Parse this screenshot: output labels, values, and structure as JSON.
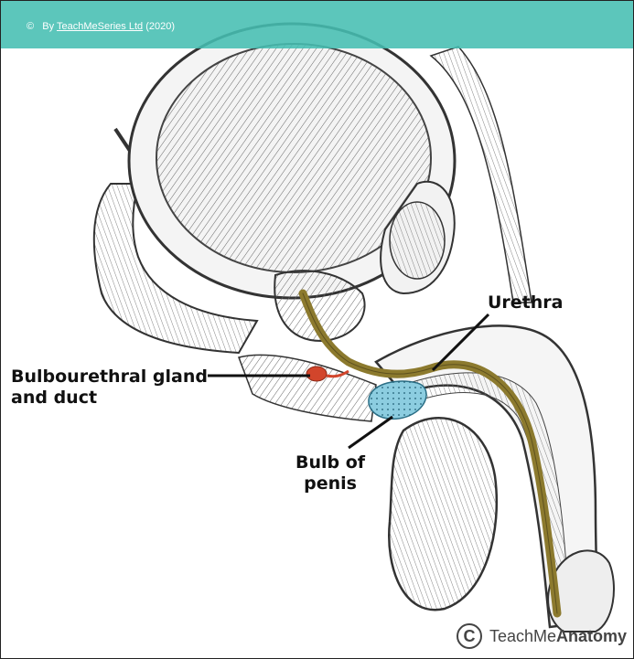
{
  "banner": {
    "copyright_symbol": "©",
    "by_text": "By",
    "link_text": "TeachMeSeries Ltd",
    "year": "(2020)",
    "color": "#46BEB2"
  },
  "labels": {
    "urethra": "Urethra",
    "bulbourethral_line1": "Bulbourethral gland",
    "bulbourethral_line2": "and duct",
    "bulb_line1": "Bulb of",
    "bulb_line2": "penis"
  },
  "logo": {
    "mark": "C",
    "name_regular": "TeachMe",
    "name_bold": "Anatomy"
  },
  "colors": {
    "urethra": "#8C7A2E",
    "bulb_of_penis": "#8CCDE0",
    "bulbourethral_gland": "#D2452B",
    "line_art": "#333333"
  }
}
